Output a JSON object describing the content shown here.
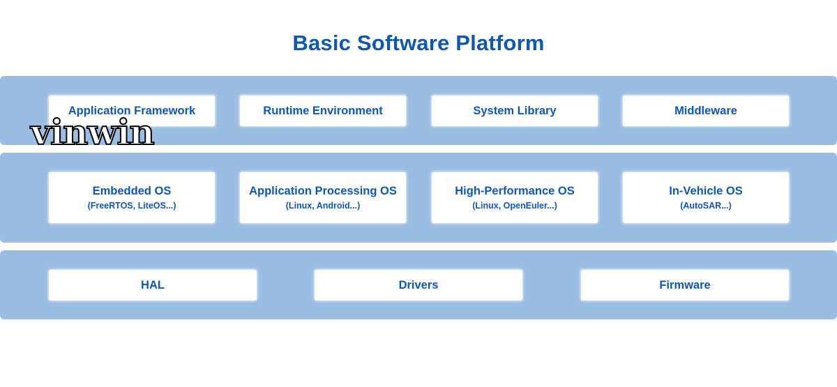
{
  "title": "Basic Software Platform",
  "layers": [
    {
      "boxes": [
        {
          "label": "Application Framework"
        },
        {
          "label": "Runtime Environment"
        },
        {
          "label": "System Library"
        },
        {
          "label": "Middleware"
        }
      ]
    },
    {
      "boxes": [
        {
          "label": "Embedded OS",
          "sub": "(FreeRTOS, LiteOS...)"
        },
        {
          "label": "Application Processing OS",
          "sub": "(Linux, Android...)"
        },
        {
          "label": "High-Performance OS",
          "sub": "(Linux, OpenEuler...)"
        },
        {
          "label": "In-Vehicle OS",
          "sub": "(AutoSAR...)"
        }
      ]
    },
    {
      "boxes": [
        {
          "label": "HAL"
        },
        {
          "label": "Drivers"
        },
        {
          "label": "Firmware"
        }
      ]
    }
  ],
  "watermark": "vinwin",
  "colors": {
    "title": "#1057b0",
    "layer_background": "#9bbde4",
    "box_background": "#ffffff",
    "box_text": "#1057b0"
  }
}
